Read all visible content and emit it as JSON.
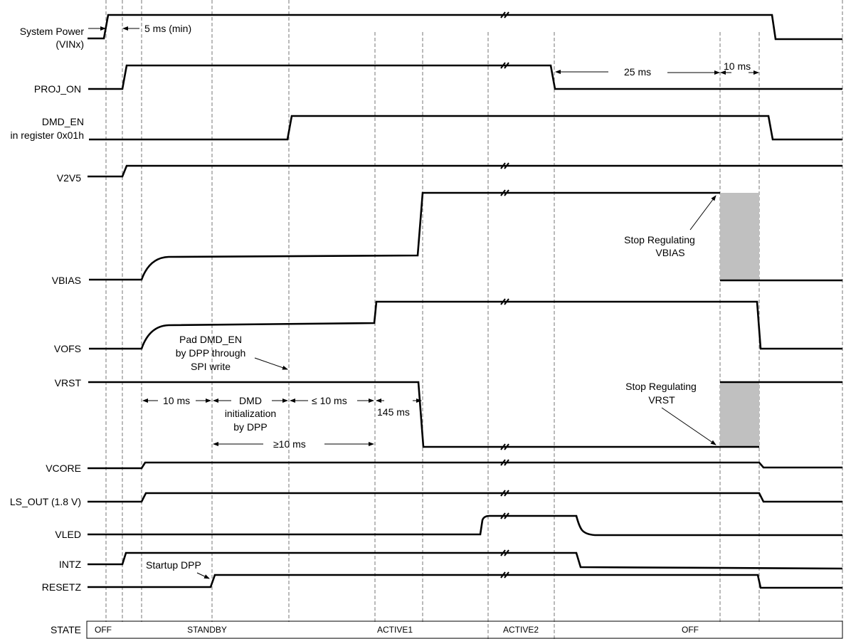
{
  "diagram": {
    "type": "timing-diagram",
    "signals": [
      {
        "name": "System Power",
        "sub": "(VINx)"
      },
      {
        "name": "PROJ_ON"
      },
      {
        "name": "DMD_EN",
        "sub": "in register 0x01h"
      },
      {
        "name": "V2V5"
      },
      {
        "name": "VBIAS"
      },
      {
        "name": "VOFS"
      },
      {
        "name": "VRST"
      },
      {
        "name": "VCORE"
      },
      {
        "name": "LS_OUT (1.8 V)"
      },
      {
        "name": "VLED"
      },
      {
        "name": "INTZ"
      },
      {
        "name": "RESETZ"
      }
    ],
    "annotations": {
      "min5": "5 ms (min)",
      "t25": "25 ms",
      "t10b": "10 ms",
      "stop_vbias_1": "Stop Regulating",
      "stop_vbias_2": "VBIAS",
      "pad_1": "Pad DMD_EN",
      "pad_2": "by DPP through",
      "pad_3": "SPI write",
      "t10a": "10 ms",
      "dmd_1": "DMD",
      "dmd_2": "initialization",
      "dmd_3": "by DPP",
      "le10": "≤ 10 ms",
      "t145": "145  ms",
      "ge10": "≥10 ms",
      "stop_vrst_1": "Stop Regulating",
      "stop_vrst_2": "VRST",
      "startup": "Startup DPP"
    },
    "state": {
      "label": "STATE",
      "segments": [
        "OFF",
        "STANDBY",
        "ACTIVE1",
        "ACTIVE2",
        "OFF"
      ]
    },
    "colors": {
      "line": "#000000",
      "shade": "#c0c0c0",
      "grid": "#555555"
    }
  }
}
